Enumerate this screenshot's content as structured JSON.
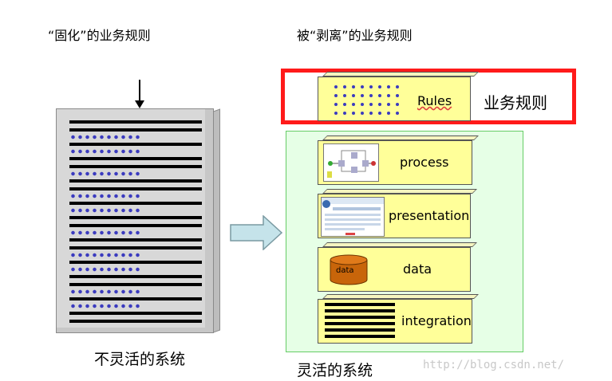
{
  "headings": {
    "left": "“固化”的业务规则",
    "right": "被“剥离”的业务规则"
  },
  "captions": {
    "left": "不灵活的系统",
    "right": "灵活的系统"
  },
  "rules_block": {
    "label": "Rules",
    "side_label": "业务规则"
  },
  "layers": [
    {
      "label": "process"
    },
    {
      "label": "presentation"
    },
    {
      "label": "data",
      "cylinder_label": "data"
    },
    {
      "label": "integration"
    }
  ],
  "watermark": "http://blog.csdn.net/"
}
